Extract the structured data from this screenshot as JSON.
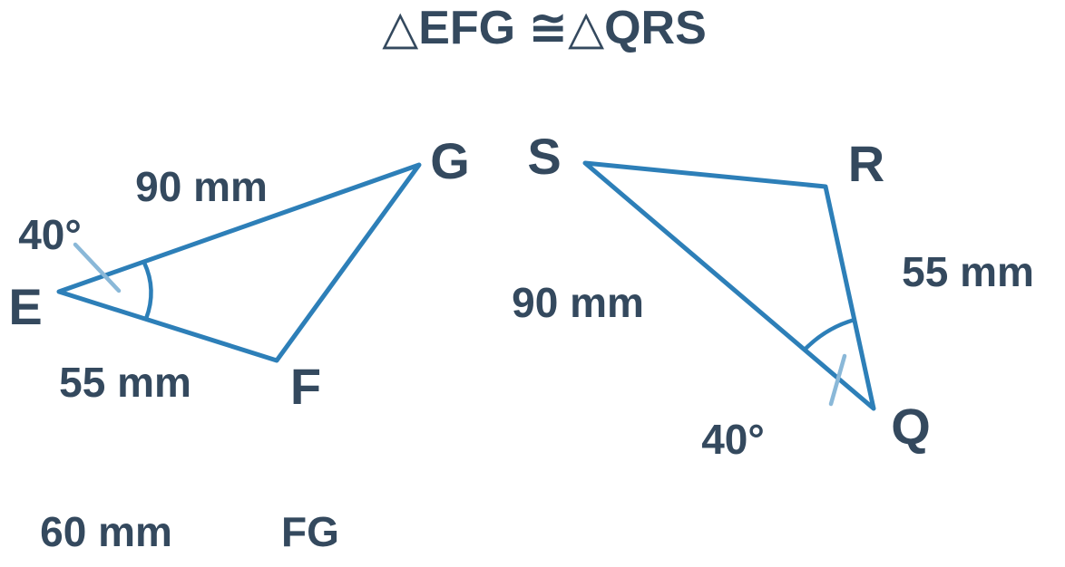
{
  "title": "△EFG ≅△QRS",
  "triangle_efg": {
    "vertices": {
      "E": "E",
      "F": "F",
      "G": "G"
    },
    "side_eg": "90 mm",
    "side_ef": "55 mm",
    "angle_e": "40°"
  },
  "triangle_qrs": {
    "vertices": {
      "Q": "Q",
      "R": "R",
      "S": "S"
    },
    "side_qs": "90 mm",
    "side_qr": "55 mm",
    "angle_q": "40°"
  },
  "answer": {
    "value": "60 mm",
    "segment": "FG"
  },
  "colors": {
    "stroke": "#2d7fb8",
    "tick": "#8ab8d8",
    "text": "#34495e"
  }
}
